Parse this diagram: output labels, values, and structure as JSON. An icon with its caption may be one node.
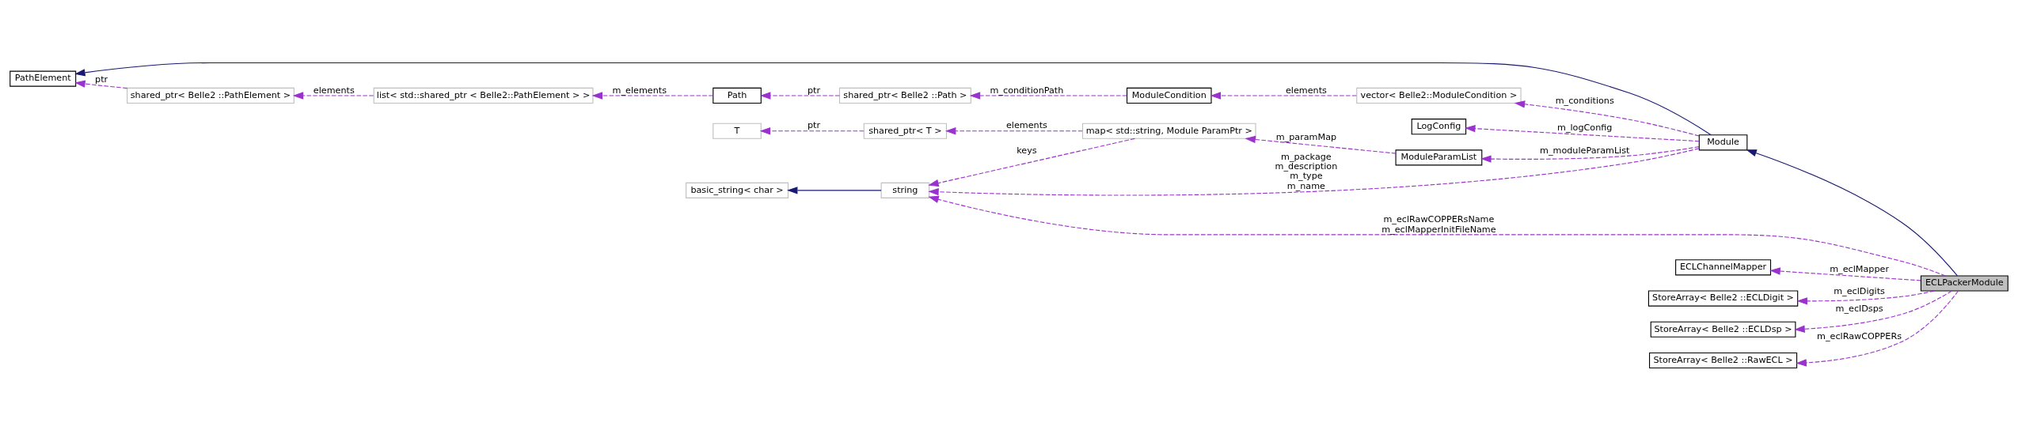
{
  "diagram": {
    "nodes": [
      {
        "text": [
          "PathElement"
        ]
      },
      {
        "text": [
          "Path"
        ]
      },
      {
        "text": [
          "shared_ptr< Belle2 ::Path >"
        ]
      },
      {
        "text": [
          "ModuleCondition"
        ]
      },
      {
        "text": [
          "vector< Belle2::ModuleCondition >"
        ]
      },
      {
        "text": [
          "shared_ptr< Belle2 ::PathElement >"
        ]
      },
      {
        "text": [
          "list< std::shared_ptr < Belle2::PathElement > >"
        ]
      },
      {
        "text": [
          "T"
        ]
      },
      {
        "text": [
          "shared_ptr< T >"
        ]
      },
      {
        "text": [
          "map< std::string, Module ParamPtr >"
        ]
      },
      {
        "text": [
          "LogConfig"
        ]
      },
      {
        "text": [
          "ModuleParamList"
        ]
      },
      {
        "text": [
          "Module"
        ]
      },
      {
        "text": [
          "basic_string< char >"
        ]
      },
      {
        "text": [
          "string"
        ]
      },
      {
        "text": [
          "ECLChannelMapper"
        ]
      },
      {
        "text": [
          "ECLPackerModule"
        ]
      },
      {
        "text": [
          "StoreArray< Belle2 ::ECLDigit >"
        ]
      },
      {
        "text": [
          "StoreArray< Belle2 ::ECLDsp >"
        ]
      },
      {
        "text": [
          "StoreArray< Belle2 ::RawECL >"
        ]
      }
    ],
    "edges": [
      {
        "from": 12,
        "to": 0,
        "arrow": "to",
        "color": "#191970"
      },
      {
        "from": 5,
        "to": 0,
        "arrow": "to",
        "label": "ptr",
        "style": "dashed"
      },
      {
        "from": 2,
        "to": 1,
        "arrow": "to",
        "label": "ptr",
        "style": "dashed"
      },
      {
        "from": 1,
        "to": 6,
        "arrow": "to",
        "label": "m_elements",
        "style": "dashed"
      },
      {
        "from": 3,
        "to": 2,
        "arrow": "to",
        "label": "m_conditionPath",
        "style": "dashed"
      },
      {
        "from": 4,
        "to": 3,
        "arrow": "to",
        "label": "elements",
        "style": "dashed"
      },
      {
        "from": 12,
        "to": 4,
        "arrow": "to",
        "label": "m_conditions",
        "style": "dashed"
      },
      {
        "from": 6,
        "to": 5,
        "arrow": "to",
        "label": "elements",
        "style": "dashed"
      },
      {
        "from": 8,
        "to": 7,
        "arrow": "to",
        "label": "ptr",
        "style": "dashed"
      },
      {
        "from": 9,
        "to": 8,
        "arrow": "to",
        "label": "elements",
        "style": "dashed"
      },
      {
        "from": 9,
        "to": 14,
        "arrow": "to",
        "label": "keys",
        "style": "dashed"
      },
      {
        "from": 11,
        "to": 9,
        "arrow": "to",
        "label": "m_paramMap",
        "style": "dashed"
      },
      {
        "from": 12,
        "to": 10,
        "arrow": "to",
        "label": "m_logConfig",
        "style": "dashed"
      },
      {
        "from": 12,
        "to": 11,
        "arrow": "to",
        "label": "m_moduleParamList",
        "style": "dashed"
      },
      {
        "from": 16,
        "to": 12,
        "arrow": "to",
        "color": "#191970"
      },
      {
        "from": 14,
        "to": 13,
        "arrow": "to",
        "color": "#191970"
      },
      {
        "from": 12,
        "to": 14,
        "arrow": "to",
        "label": "m_package m_description m_type m_name",
        "style": "dashed"
      },
      {
        "from": 16,
        "to": 14,
        "arrow": "to",
        "label": "m_eclRawCOPPERsName m_eclMapperInitFileName",
        "style": "dashed"
      },
      {
        "from": 16,
        "to": 15,
        "arrow": "to",
        "label": "m_eclMapper",
        "style": "dashed"
      },
      {
        "from": 16,
        "to": 17,
        "arrow": "to",
        "label": "m_eclDigits",
        "style": "dashed"
      },
      {
        "from": 16,
        "to": 18,
        "arrow": "to",
        "label": "m_eclDsps",
        "style": "dashed"
      },
      {
        "from": 16,
        "to": 19,
        "arrow": "to",
        "label": "m_eclRawCOPPERs",
        "style": "dashed"
      }
    ]
  }
}
